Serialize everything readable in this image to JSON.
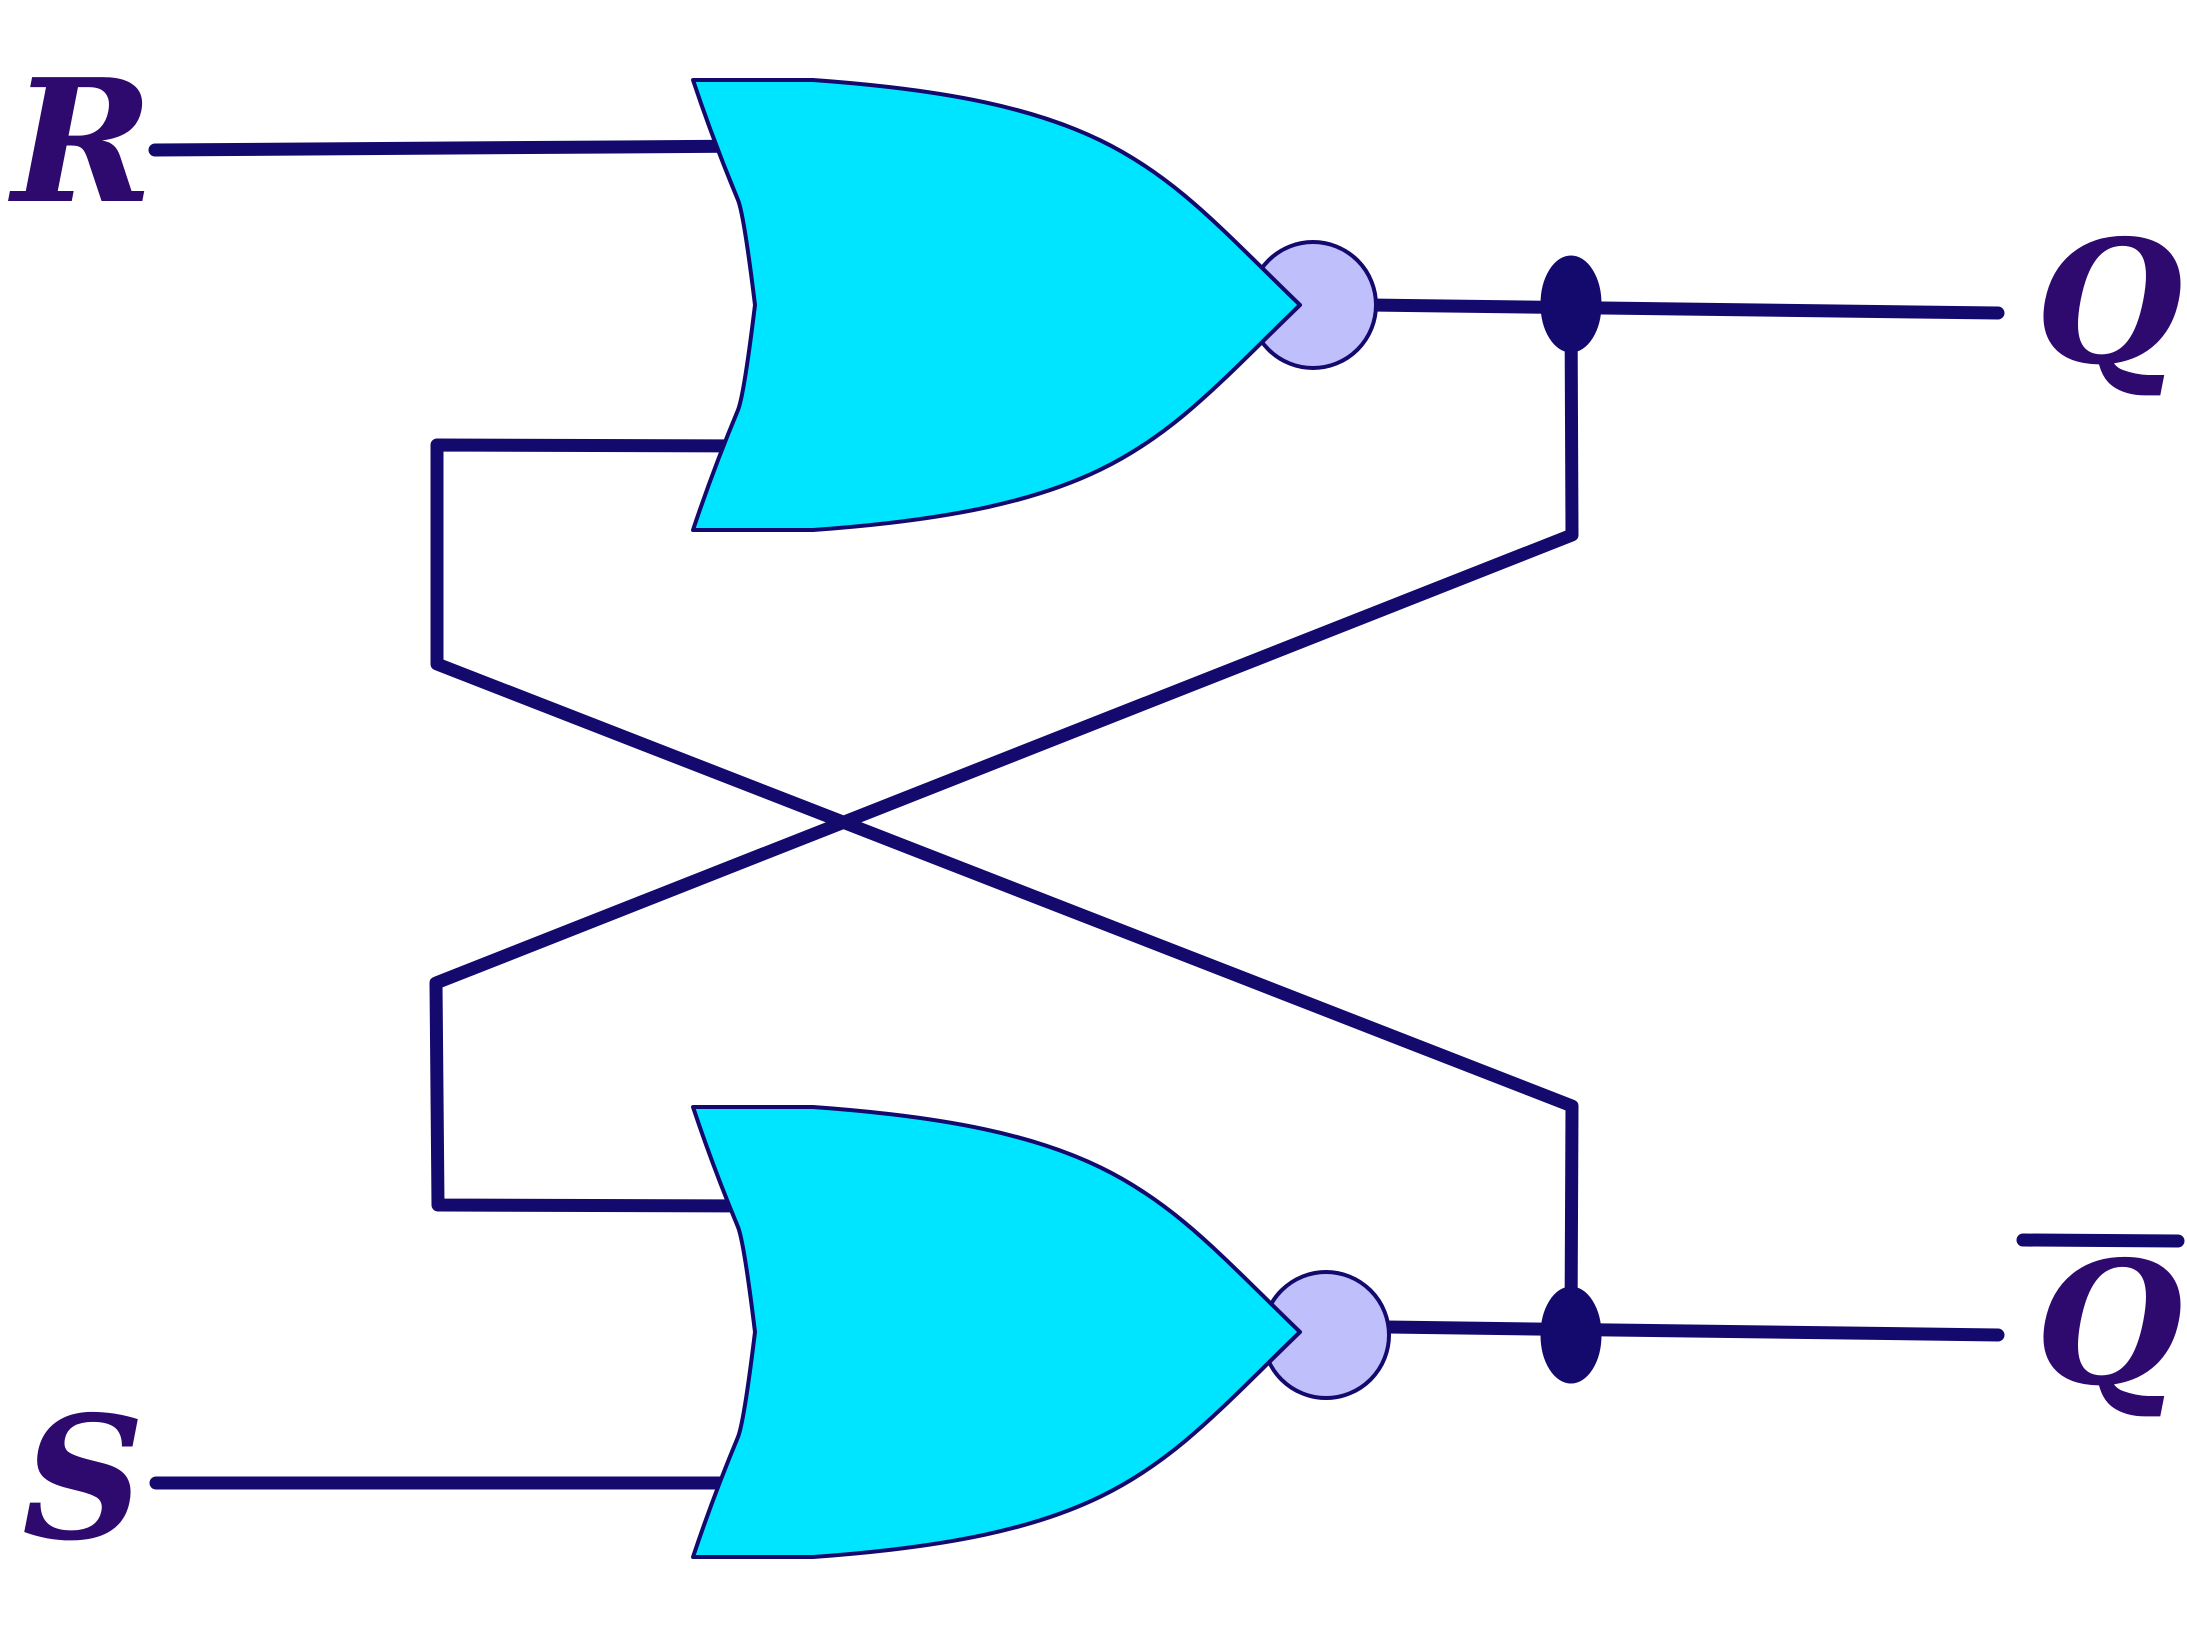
{
  "labels": {
    "r": "R",
    "s": "S",
    "q": "Q",
    "q_bar": "Q"
  },
  "colors": {
    "wire": "#140a6e",
    "gate_fill": "#00e5ff",
    "bubble_fill": "#bfbffb",
    "junction": "#140a6e",
    "label": "#2e0a6e"
  }
}
